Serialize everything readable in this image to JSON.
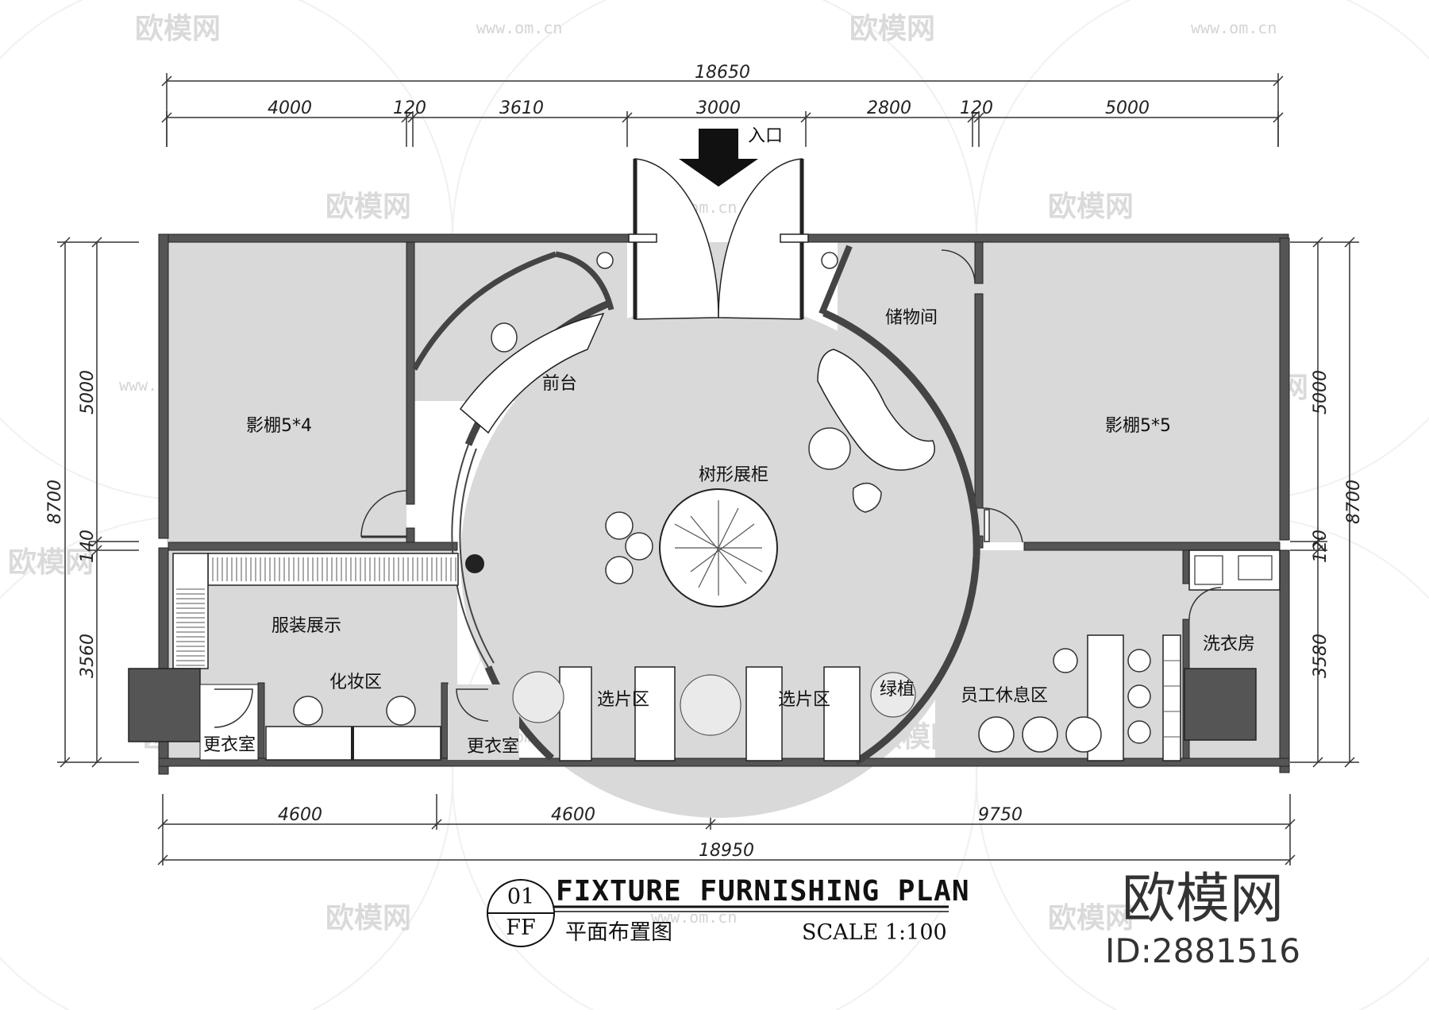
{
  "dimensions": {
    "top_total": "18650",
    "top_segments": [
      "4000",
      "120",
      "3610",
      "3000",
      "2800",
      "120",
      "5000"
    ],
    "bottom_segments": [
      "4600",
      "4600",
      "9750"
    ],
    "bottom_total": "18950",
    "left_total": "8700",
    "left_segments": [
      "5000",
      "140",
      "3560"
    ],
    "right_total": "8700",
    "right_segments": [
      "5000",
      "120",
      "3580"
    ]
  },
  "rooms": {
    "entrance": "入口",
    "studio_left": "影棚5*4",
    "studio_right": "影棚5*5",
    "storage": "储物间",
    "reception": "前台",
    "tree_cabinet": "树形展柜",
    "clothing_display": "服装展示",
    "makeup": "化妆区",
    "changing_room_1": "更衣室",
    "changing_room_2": "更衣室",
    "photo_select_1": "选片区",
    "photo_select_2": "选片区",
    "greenery": "绿植",
    "staff_lounge": "员工休息区",
    "laundry": "洗衣房"
  },
  "title_block": {
    "number_top": "01",
    "number_bottom": "FF",
    "title": "FIXTURE FURNISHING PLAN",
    "subtitle": "平面布置图",
    "scale": "SCALE 1:100"
  },
  "branding": {
    "logo": "欧模网",
    "id": "ID:2881516",
    "watermark_text": "欧模网",
    "watermark_url": "www.om.cn"
  },
  "colors": {
    "wall": "#555555",
    "floor": "#d9d9d9",
    "dark_block": "#555555",
    "line": "#222222"
  }
}
